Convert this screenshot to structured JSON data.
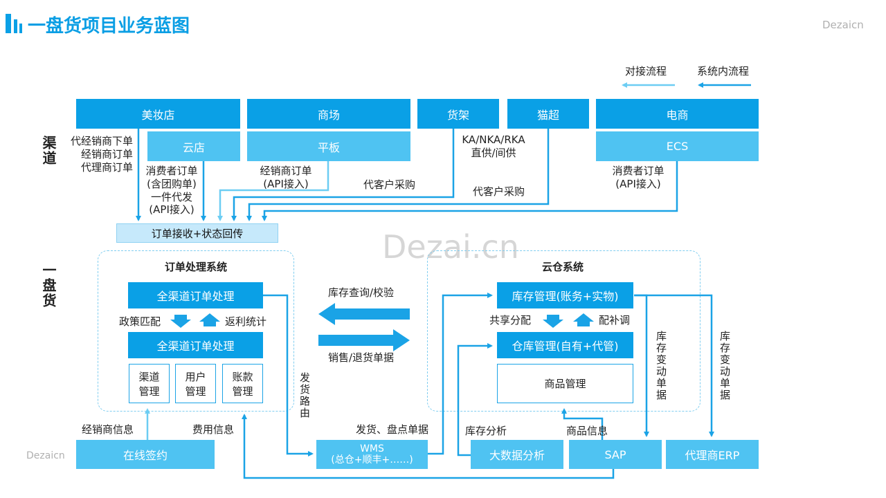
{
  "header": {
    "title": "一盘货项目业务蓝图",
    "brand": "Dezaicn",
    "brand_bottom": "Dezaicn",
    "watermark": "Dezai.cn"
  },
  "legend": {
    "external": "对接流程",
    "internal": "系统内流程"
  },
  "side": {
    "channel": "渠道",
    "inventory": "一盘货"
  },
  "channels": {
    "makeup": "美妆店",
    "cloud_store": "云店",
    "mall": "商场",
    "tablet": "平板",
    "shelf": "货架",
    "supermarket": "猫超",
    "ecommerce": "电商",
    "ecs": "ECS"
  },
  "channel_notes": {
    "makeup_left": "代经销商下单\n经销商订单\n代理商订单",
    "makeup_below": "消费者订单\n(含团购单)\n一件代发\n(API接入)",
    "mall_below": "经销商订单\n(API接入)",
    "shelf_below": "KA/NKA/RKA\n直供/间供",
    "proxy_purchase_1": "代客户采购",
    "proxy_purchase_2": "代客户采购",
    "ecom_below": "消费者订单\n(API接入)"
  },
  "order_receive": "订单接收+状态回传",
  "order_system": {
    "title": "订单处理系统",
    "box1": "全渠道订单处理",
    "policy": "政策匹配",
    "rebate": "返利统计",
    "box2": "全渠道订单处理",
    "subs": [
      "渠道\n管理",
      "用户\n管理",
      "账款\n管理"
    ]
  },
  "middle": {
    "inventory_query": "库存查询/校验",
    "sales_return": "销售/退货单据",
    "ship_route": "发货路由"
  },
  "cloud_system": {
    "title": "云仓系统",
    "stock_mgmt": "库存管理(账务+实物)",
    "share": "共享分配",
    "replenish": "配补调",
    "warehouse_mgmt": "仓库管理(自有+代管)",
    "goods_mgmt": "商品管理",
    "stock_change_1": "库存变动单据",
    "stock_change_2": "库存变动单据"
  },
  "bottom": {
    "dealer_info": "经销商信息",
    "fee_info": "费用信息",
    "online_sign": "在线签约",
    "ship_doc": "发货、盘点单据",
    "wms_line1": "WMS",
    "wms_line2": "(总仓+顺丰+……)",
    "stock_analysis": "库存分析",
    "goods_info": "商品信息",
    "bigdata": "大数据分析",
    "sap": "SAP",
    "agent_erp": "代理商ERP"
  }
}
